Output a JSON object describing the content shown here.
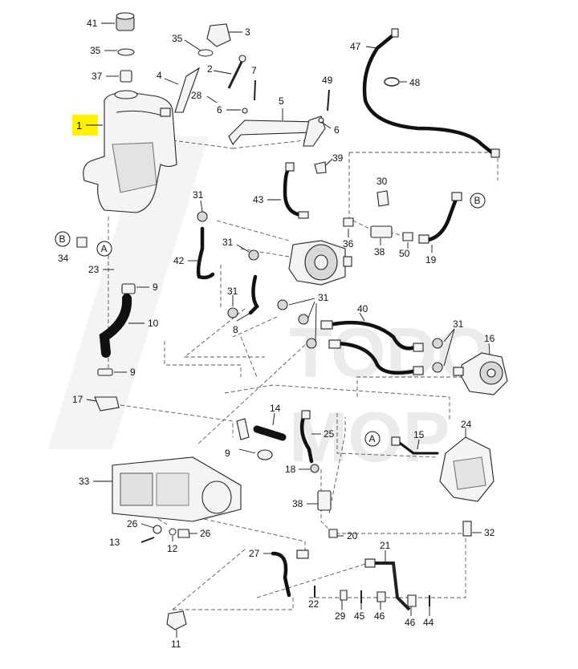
{
  "watermark": {
    "line1": "TODO",
    "line2": "MOP"
  },
  "highlight": {
    "label": "1",
    "color": "#FFF200"
  },
  "callouts": {
    "c41": "41",
    "c35a": "35",
    "c37": "37",
    "c35b": "35",
    "c3": "3",
    "c4": "4",
    "c2": "2",
    "c7": "7",
    "c28": "28",
    "c6a": "6",
    "c5": "5",
    "c6b": "6",
    "c49": "49",
    "c47": "47",
    "c48": "48",
    "c39": "39",
    "c43": "43",
    "c31a": "31",
    "c30": "30",
    "c36": "36",
    "c38a": "38",
    "c50": "50",
    "c19": "19",
    "c34": "34",
    "c23": "23",
    "c42": "42",
    "c31b": "31",
    "c9a": "9",
    "c31c": "31",
    "c31d": "31",
    "c8": "8",
    "c10": "10",
    "c40": "40",
    "c31e": "31",
    "c16": "16",
    "c9b": "9",
    "c17": "17",
    "c14": "14",
    "c25": "25",
    "c24": "24",
    "c15": "15",
    "c9c": "9",
    "c33": "33",
    "c18": "18",
    "c38b": "38",
    "c32": "32",
    "c26a": "26",
    "c26b": "26",
    "c20": "20",
    "c13": "13",
    "c12": "12",
    "c27": "27",
    "c21": "21",
    "c22": "22",
    "c29": "29",
    "c45": "45",
    "c46a": "46",
    "c46b": "46",
    "c44": "44",
    "c11": "11"
  },
  "connectors": {
    "a1": "A",
    "a2": "A",
    "b1": "B",
    "b2": "B"
  }
}
